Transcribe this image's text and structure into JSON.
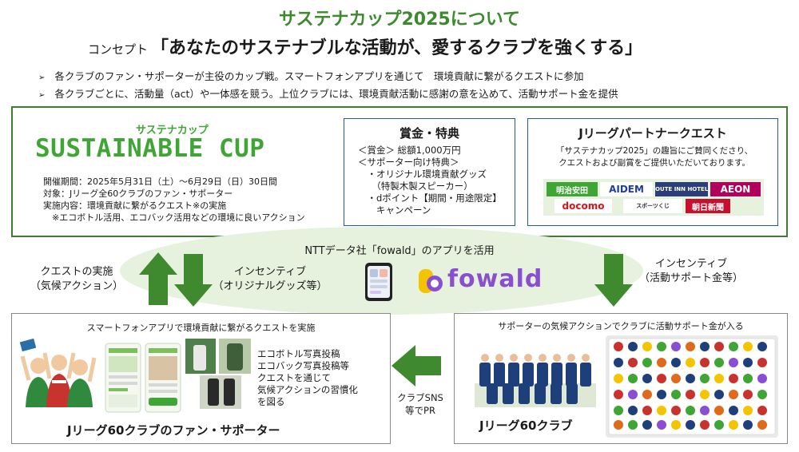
{
  "header": {
    "title": "サステナカップ2025について",
    "concept_label": "コンセプト",
    "concept_text": "「あなたのサステナブルな活動が、愛するクラブを強くする」"
  },
  "bullets": [
    "各クラブのファン・サポーターが主役のカップ戦。スマートフォンアプリを通じて　環境貢献に繋がるクエストに参加",
    "各クラブごとに、活動量（act）や一体感を競う。上位クラブには、環境貢献活動に感謝の意を込めて、活動サポート金を提供"
  ],
  "cup": {
    "logo_kana": "サステナカップ",
    "logo_main": "SUSTAINABLE CUP",
    "info_lines": [
      "開催期間：2025年5月31日（土）～6月29日（日）30日間",
      "対象：Jリーグ全60クラブのファン・サポーター",
      "実施内容：環境貢献に繋がるクエスト※の実施",
      "　※エコボトル活用、エコバック活用などの環境に良いアクション"
    ]
  },
  "prize": {
    "title": "賞金・特典",
    "lines": [
      "＜賞金＞ 総額1,000万円",
      "＜サポーター向け特典＞",
      "　・オリジナル環境貢献グッズ",
      "　　（特製木製スピーカー）",
      "　・dポイント【期間・用途限定】",
      "　　キャンペーン"
    ]
  },
  "partner": {
    "title": "Jリーグパートナークエスト",
    "desc_lines": [
      "「サステナカップ2025」の趣旨にご賛同くださり、",
      "クエストおよび副賞をご提供いただいております。"
    ],
    "logos": [
      "明治安田",
      "AIDEM",
      "ROUTE INN HOTELS",
      "AEON",
      "docomo",
      "スポーツくじ",
      "朝日新聞"
    ]
  },
  "flow": {
    "app_title": "NTTデータ社「fowald」のアプリを活用",
    "app_name": "fowald",
    "quest_label": [
      "クエストの実施",
      "（気候アクション）"
    ],
    "incentive_goods": [
      "インセンティブ",
      "（オリジナルグッズ等）"
    ],
    "incentive_support": [
      "インセンティブ",
      "（活動サポート金等）"
    ],
    "sns_label": [
      "クラブSNS",
      "等でPR"
    ]
  },
  "fans": {
    "caption": "スマートフォンアプリで環境貢献に繋がるクエストを実施",
    "posts": [
      "エコボトル写真投稿",
      "エコバック写真投稿等",
      "クエストを通じて",
      "気候アクションの習慣化",
      "を図る"
    ],
    "bottom": "Jリーグ60クラブのファン・サポーター"
  },
  "clubs": {
    "caption": "サポーターの気候アクションでクラブに活動サポート金が入る",
    "bottom": "Jリーグ60クラブ"
  },
  "colors": {
    "title_green": "#3c8a2e",
    "logo_green": "#3fa535",
    "arrow_green": "#3f8a2f",
    "box_blue": "#2b5797",
    "fowald_purple": "#8a4fd1"
  }
}
